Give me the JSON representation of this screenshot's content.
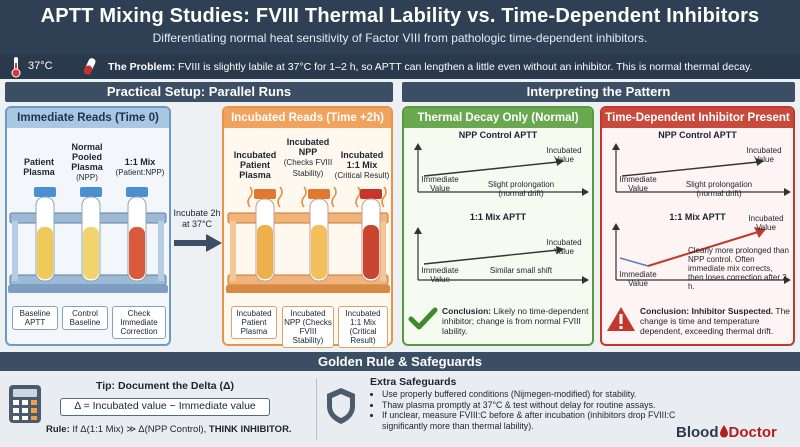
{
  "header": {
    "title": "APTT Mixing Studies: FVIII Thermal Lability vs. Time-Dependent Inhibitors",
    "subtitle": "Differentiating normal heat sensitivity of Factor VIII from pathologic time-dependent inhibitors."
  },
  "problem": {
    "temp": "37°C",
    "label": "The Problem:",
    "text": "FVIII is slightly labile at 37°C for 1–2 h, so APTT can lengthen a little even without an inhibitor. This is normal thermal decay."
  },
  "sections": {
    "setup": "Practical Setup: Parallel Runs",
    "interpret": "Interpreting the Pattern",
    "golden": "Golden Rule & Safeguards"
  },
  "immediate": {
    "title": "Immediate Reads (Time 0)",
    "tubes": [
      {
        "name": "Patient Plasma",
        "sub": ""
      },
      {
        "name": "Normal Pooled Plasma",
        "sub": "(NPP)"
      },
      {
        "name": "1:1 Mix",
        "sub": "(Patient:NPP)"
      }
    ],
    "labels": [
      "Baseline APTT",
      "Control Baseline",
      "Check Immediate Correction"
    ]
  },
  "arrow_text": "Incubate 2h at 37°C",
  "incubated": {
    "title": "Incubated Reads (Time +2h)",
    "tubes": [
      {
        "name": "Incubated Patient Plasma",
        "sub": ""
      },
      {
        "name": "Incubated NPP",
        "sub": "(Checks FVIII Stability)"
      },
      {
        "name": "Incubated 1:1 Mix",
        "sub": "(Critical Result)"
      }
    ],
    "labels": [
      "Incubated Patient Plasma",
      "Incubated NPP (Checks FVIII Stability)",
      "Incubated 1:1 Mix (Critical Result)"
    ]
  },
  "thermal": {
    "title": "Thermal Decay Only (Normal)",
    "npp_title": "NPP Control APTT",
    "mix_title": "1:1 Mix APTT",
    "immediate": "Immediate Value",
    "incubated": "Incubated Value",
    "npp_note": "Slight prolongation (normal drift)",
    "mix_note": "Similar small shift",
    "concl_label": "Conclusion:",
    "concl_text": "Likely no time-dependent inhibitor; change is from normal FVIII lability."
  },
  "inhibitor": {
    "title": "Time-Dependent Inhibitor Present",
    "npp_title": "NPP Control APTT",
    "mix_title": "1:1 Mix APTT",
    "immediate": "Immediate Value",
    "incubated": "Incubated Value",
    "npp_note": "Slight prolongation (normal drift)",
    "mix_note": "Clearly more prolonged than NPP control. Often immediate mix corrects, then loses correction after 2 h.",
    "concl_label": "Conclusion: Inhibitor Suspected.",
    "concl_text": "The change is time and temperature dependent, exceeding thermal drift."
  },
  "tip": {
    "title": "Tip: Document the Delta (Δ)",
    "formula": "Δ = Incubated value − Immediate value",
    "rule_label": "Rule:",
    "rule_text": "If Δ(1:1 Mix) ≫ Δ(NPP Control),",
    "rule_emph": "THINK INHIBITOR."
  },
  "safeguards": {
    "title": "Extra Safeguards",
    "items": [
      "Use properly buffered conditions (Nijmegen-modified) for stability.",
      "Thaw plasma promptly at 37°C & test without delay for routine assays.",
      "If unclear, measure FVIII:C before & after incubation (inhibitors drop FVIII:C significantly more than thermal lability)."
    ]
  },
  "brand": {
    "part1": "Blood",
    "part2": "Doctor"
  },
  "colors": {
    "navy": "#2f4054",
    "blue_panel": "#6d9ac4",
    "orange_panel": "#e8954a",
    "green": "#5a9a3f",
    "red": "#c0392b"
  }
}
